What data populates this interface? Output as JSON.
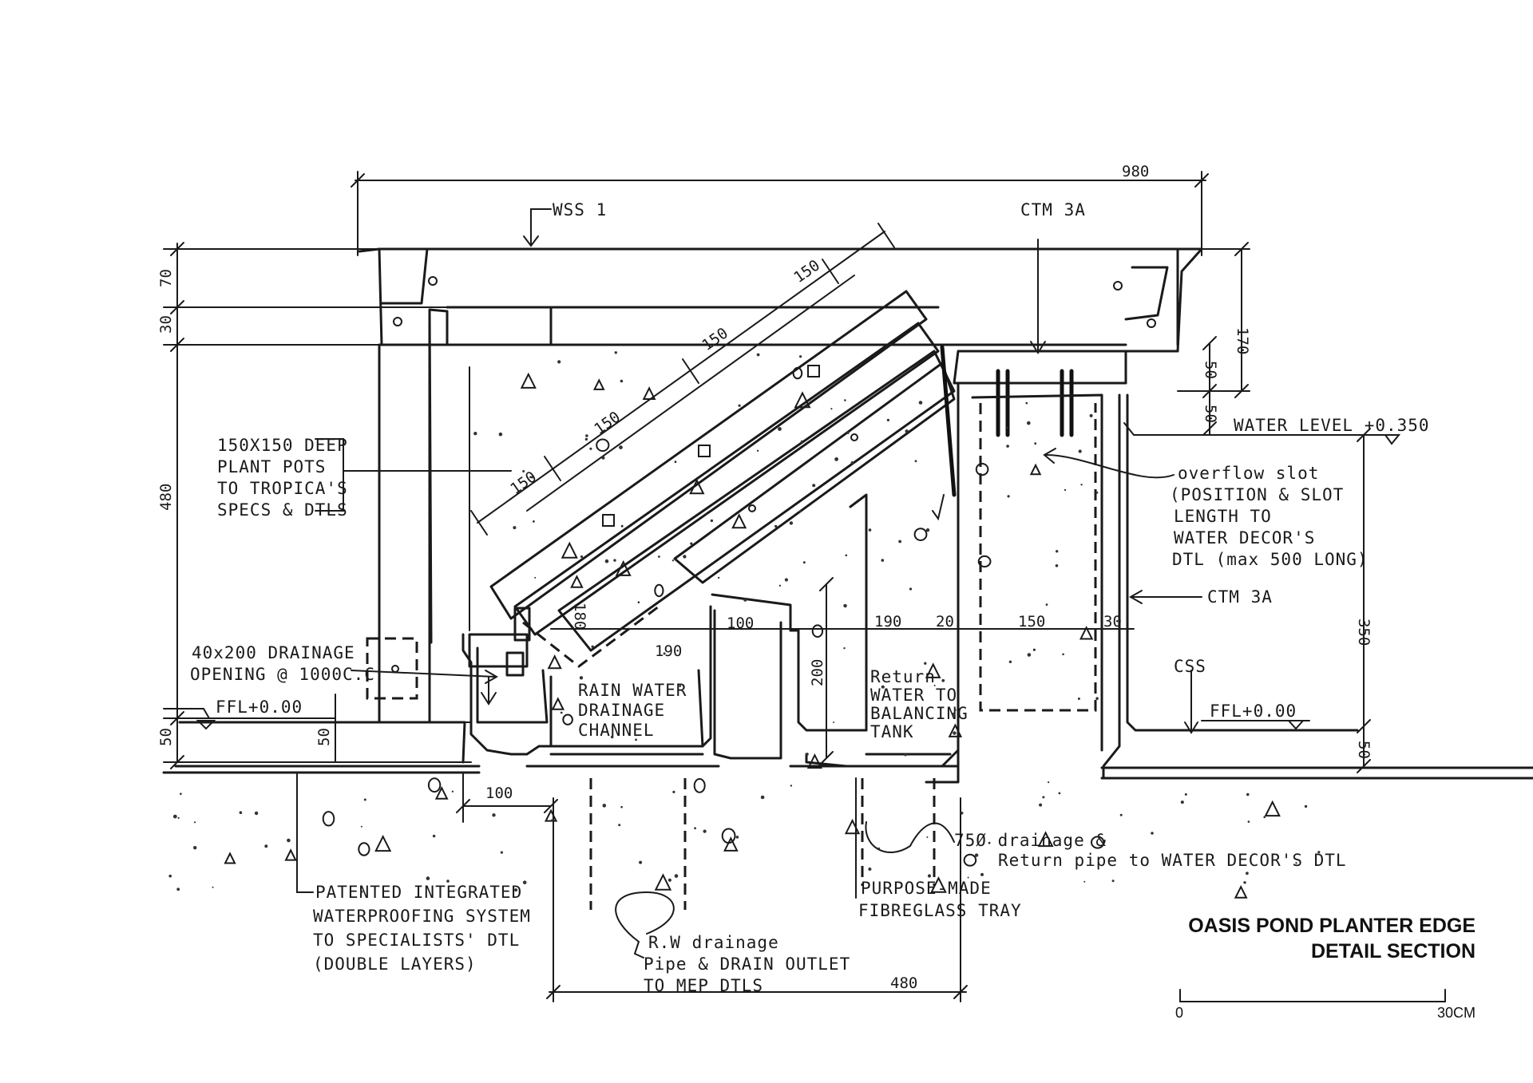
{
  "title": {
    "line1": "OASIS POND PLANTER EDGE",
    "line2": "DETAIL SECTION"
  },
  "scale_bar": {
    "start": "0",
    "end": "30CM"
  },
  "material_tags": {
    "wss": "WSS 1",
    "ctm_top": "CTM 3A",
    "ctm_right": "CTM 3A",
    "css": "CSS"
  },
  "levels": {
    "water_level": "WATER LEVEL +0.350",
    "ffl_left": "FFL+0.00",
    "ffl_right": "FFL+0.00"
  },
  "dimensions": {
    "overall_width": "980",
    "bottom_width": "480",
    "d70": "70",
    "d30": "30",
    "d480": "480",
    "d50_left": "50",
    "d50_mid": "50",
    "d170": "170",
    "d50_r1": "50",
    "d50_r2": "50",
    "d350": "350",
    "d50_r3": "50",
    "pot1": "150",
    "pot2": "150",
    "pot3": "150",
    "pot4": "150",
    "d180": "180",
    "d190_a": "190",
    "d100_a": "100",
    "d200": "200",
    "d190_b": "190",
    "d20": "20",
    "d150": "150",
    "d30_b": "30",
    "d100_b": "100"
  },
  "notes": {
    "plant_pots": [
      "150X150 DEEP",
      "PLANT POTS",
      "TO TROPICA'S",
      "SPECS & DTLS"
    ],
    "drainage_opening": [
      "40x200 DRAINAGE",
      "OPENING @ 1000C.C"
    ],
    "rain_water": [
      "RAIN WATER",
      "DRAINAGE",
      "CHANNEL"
    ],
    "return_water": [
      "Return",
      "WATER TO",
      "BALANCING",
      "TANK"
    ],
    "overflow": [
      "overflow slot",
      "(POSITION & SLOT",
      "LENGTH TO",
      "WATER DECOR'S",
      "DTL (max 500 LONG)"
    ],
    "waterproofing": [
      "PATENTED INTEGRATED",
      "WATERPROOFING SYSTEM",
      "TO SPECIALISTS' DTL",
      "(DOUBLE LAYERS)"
    ],
    "rw_drainage": [
      "R.W drainage",
      "Pipe & DRAIN OUTLET",
      "TO MEP DTLS"
    ],
    "tray": [
      "PURPOSE-MADE",
      "FIBREGLASS TRAY"
    ],
    "pipe": [
      "75Ø drainage &",
      "Return pipe to WATER DECOR'S DTL"
    ]
  }
}
